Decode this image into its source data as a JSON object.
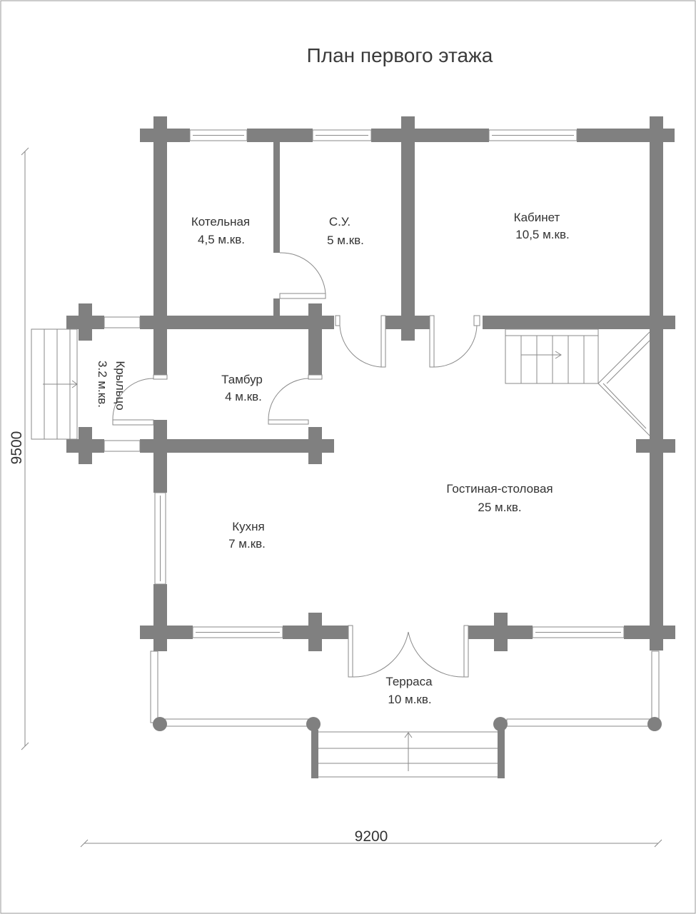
{
  "title": "План первого этажа",
  "dimensions": {
    "width": "9200",
    "height": "9500"
  },
  "colors": {
    "wall": "#808080",
    "line": "#8a8a8a",
    "frame": "#9a9a9a",
    "text": "#333333"
  },
  "rooms": [
    {
      "id": "boiler",
      "name": "Котельная",
      "area": "4,5 м.кв."
    },
    {
      "id": "wc",
      "name": "С.У.",
      "area": "5 м.кв."
    },
    {
      "id": "office",
      "name": "Кабинет",
      "area": "10,5 м.кв."
    },
    {
      "id": "vestibule",
      "name": "Тамбур",
      "area": "4 м.кв."
    },
    {
      "id": "porch",
      "name": "Крыльцо",
      "area": "3.2 м.кв."
    },
    {
      "id": "living",
      "name": "Гостиная-столовая",
      "area": "25 м.кв."
    },
    {
      "id": "kitchen",
      "name": "Кухня",
      "area": "7 м.кв."
    },
    {
      "id": "terrace",
      "name": "Терраса",
      "area": "10 м.кв."
    }
  ]
}
